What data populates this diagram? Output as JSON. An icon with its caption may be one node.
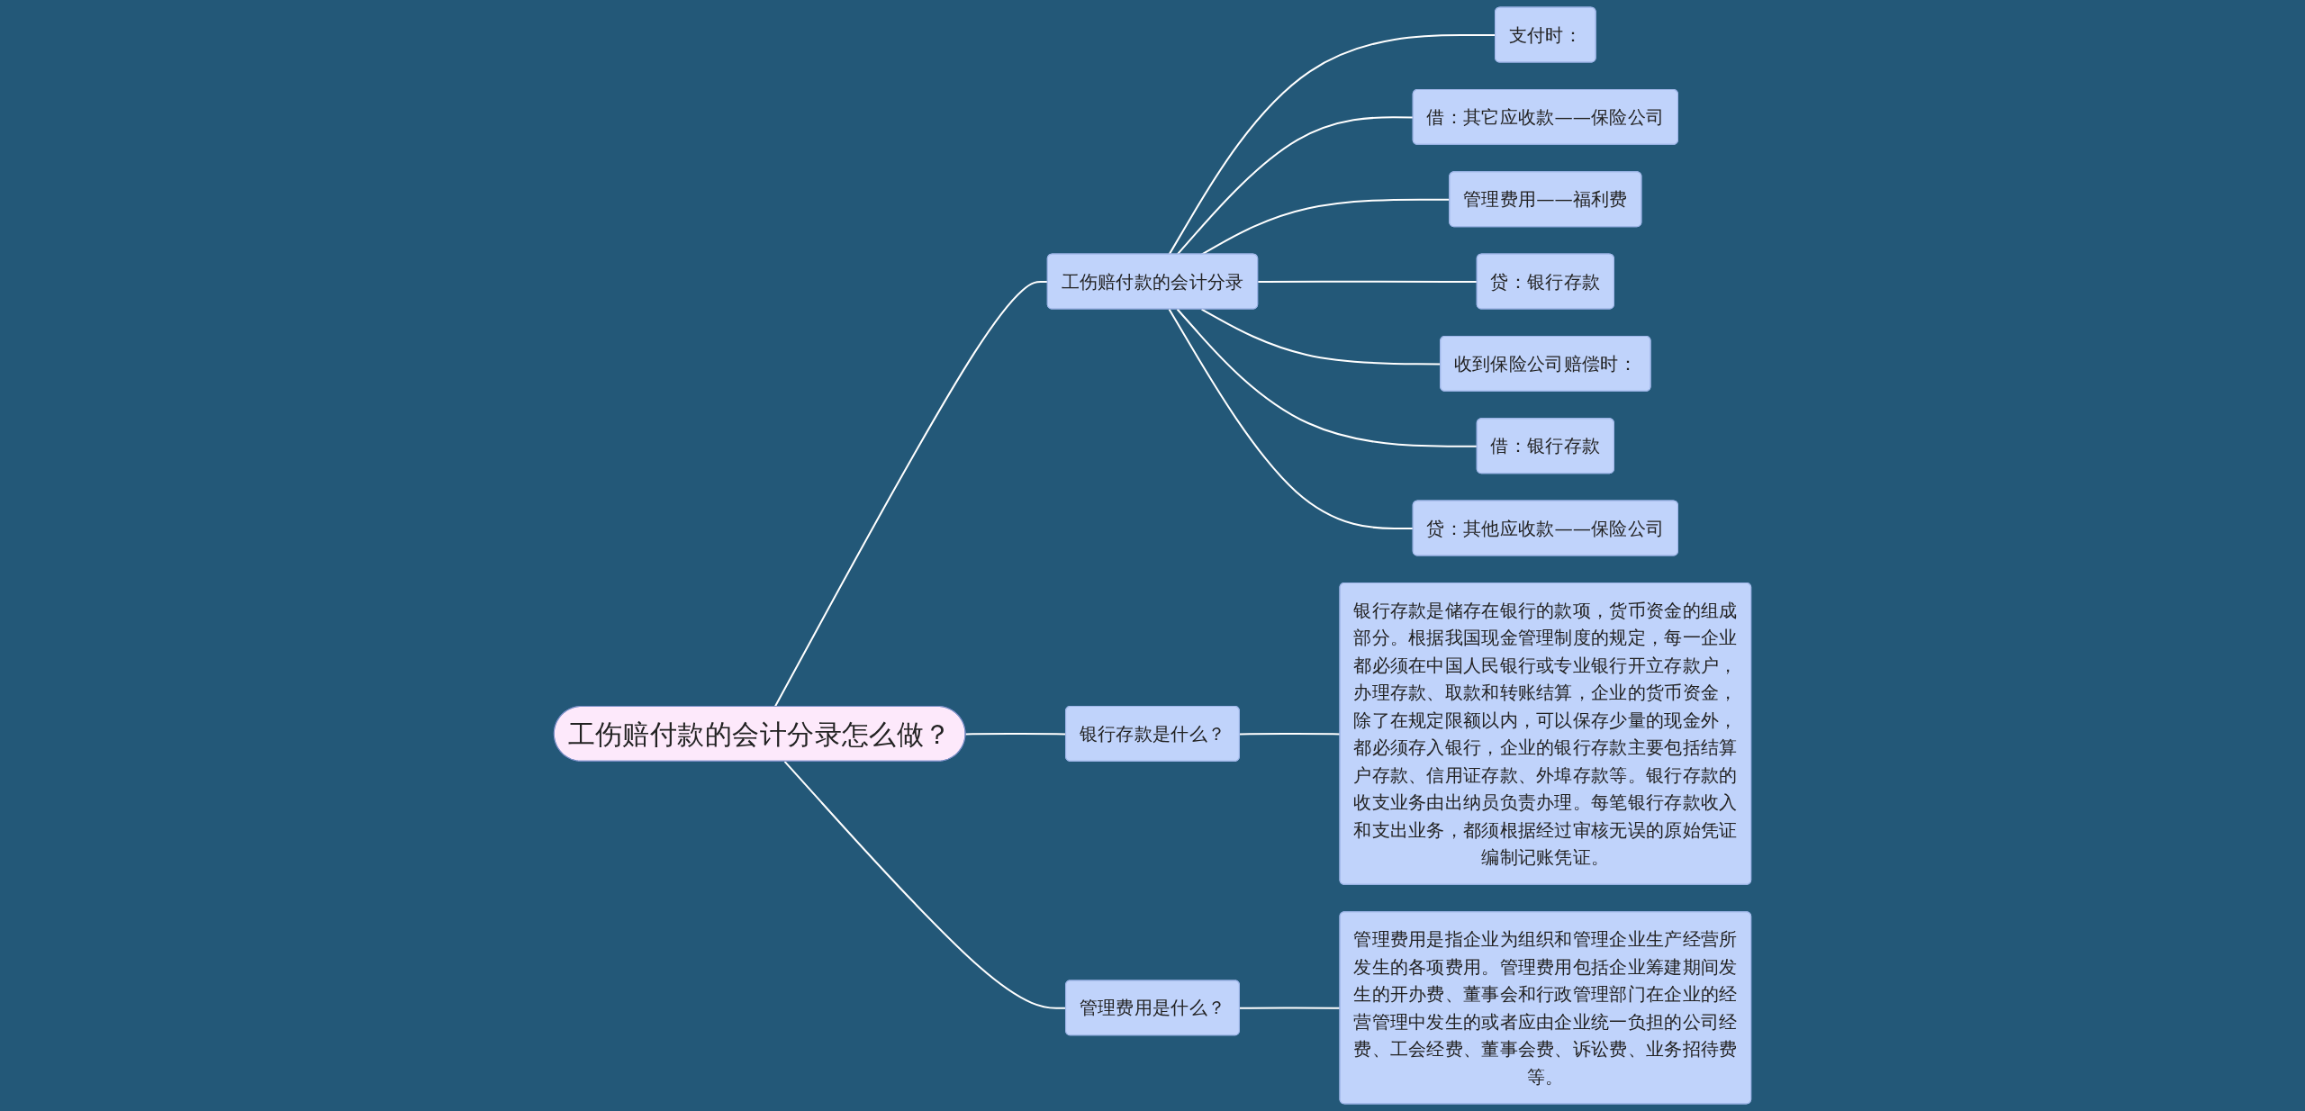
{
  "diagram": {
    "nodes": [
      {
        "text": [
          "工伤赔付款的会计分录怎么做？"
        ]
      },
      {
        "text": [
          "工伤赔付款的会计分录"
        ]
      },
      {
        "text": [
          "支付时："
        ]
      },
      {
        "text": [
          "借：其它应收款——保险公司"
        ]
      },
      {
        "text": [
          "管理费用——福利费"
        ]
      },
      {
        "text": [
          "贷：银行存款"
        ]
      },
      {
        "text": [
          "收到保险公司赔偿时："
        ]
      },
      {
        "text": [
          "借：银行存款"
        ]
      },
      {
        "text": [
          "贷：其他应收款——保险公司"
        ]
      },
      {
        "text": [
          "银行存款是什么？"
        ]
      },
      {
        "text": [
          "银行存款是储存在银行的款项，货币资金的组成部分。根据我国现金管理制度的规定，每一企业都必须在中国人民银行或专业银行开立存款户，办理存款、取款和转账结算，企业的货币资金，除了在规定限额以内，可以保存少量的现金外，都必须存入银行，企业的银行存款主要包括结算户存款、信用证存款、外埠存款等。银行存款的收支业务由出纳员负责办理。每笔银行存款收入和支出业务，都须根据经过审核无误的原始凭证编制记账凭证。"
        ]
      },
      {
        "text": [
          "管理费用是什么？"
        ]
      },
      {
        "text": [
          "管理费用是指企业为组织和管理企业生产经营所发生的各项费用。管理费用包括企业筹建期间发生的开办费、董事会和行政管理部门在企业的经营管理中发生的或者应由企业统一负担的公司经费、工会经费、董事会费、诉讼费、业务招待费等。"
        ]
      }
    ],
    "edges": [
      {
        "from": 0,
        "to": 1,
        "arrow": "none"
      },
      {
        "from": 1,
        "to": 2,
        "arrow": "none"
      },
      {
        "from": 1,
        "to": 3,
        "arrow": "none"
      },
      {
        "from": 1,
        "to": 4,
        "arrow": "none"
      },
      {
        "from": 1,
        "to": 5,
        "arrow": "none"
      },
      {
        "from": 1,
        "to": 6,
        "arrow": "none"
      },
      {
        "from": 1,
        "to": 7,
        "arrow": "none"
      },
      {
        "from": 1,
        "to": 8,
        "arrow": "none"
      },
      {
        "from": 0,
        "to": 9,
        "arrow": "none"
      },
      {
        "from": 9,
        "to": 10,
        "arrow": "none"
      },
      {
        "from": 0,
        "to": 11,
        "arrow": "none"
      },
      {
        "from": 11,
        "to": 12,
        "arrow": "none"
      }
    ]
  }
}
